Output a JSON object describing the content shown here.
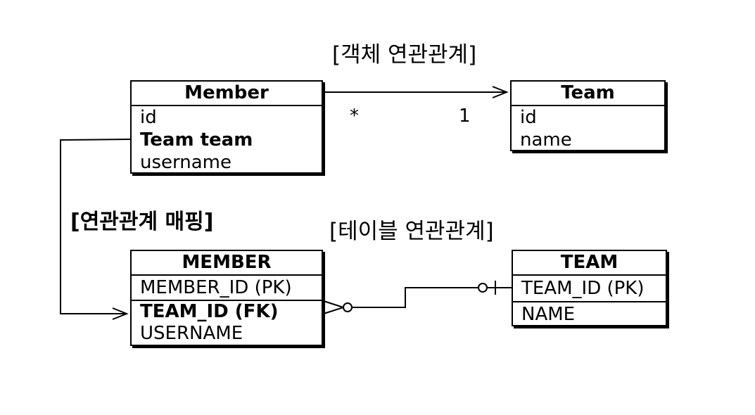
{
  "titles": {
    "object_relation": "[객체 연관관계]",
    "table_relation": "[테이블 연관관계]",
    "mapping": "[연관관계 매핑]"
  },
  "multiplicity": {
    "many": "*",
    "one": "1"
  },
  "member_class": {
    "name": "Member",
    "fields": [
      "id",
      "Team team",
      "username"
    ]
  },
  "team_class": {
    "name": "Team",
    "fields": [
      "id",
      "name"
    ]
  },
  "member_table": {
    "name": "MEMBER",
    "columns": [
      "MEMBER_ID (PK)",
      "TEAM_ID (FK)",
      "USERNAME"
    ]
  },
  "team_table": {
    "name": "TEAM",
    "columns": [
      "TEAM_ID (PK)",
      "NAME"
    ]
  }
}
